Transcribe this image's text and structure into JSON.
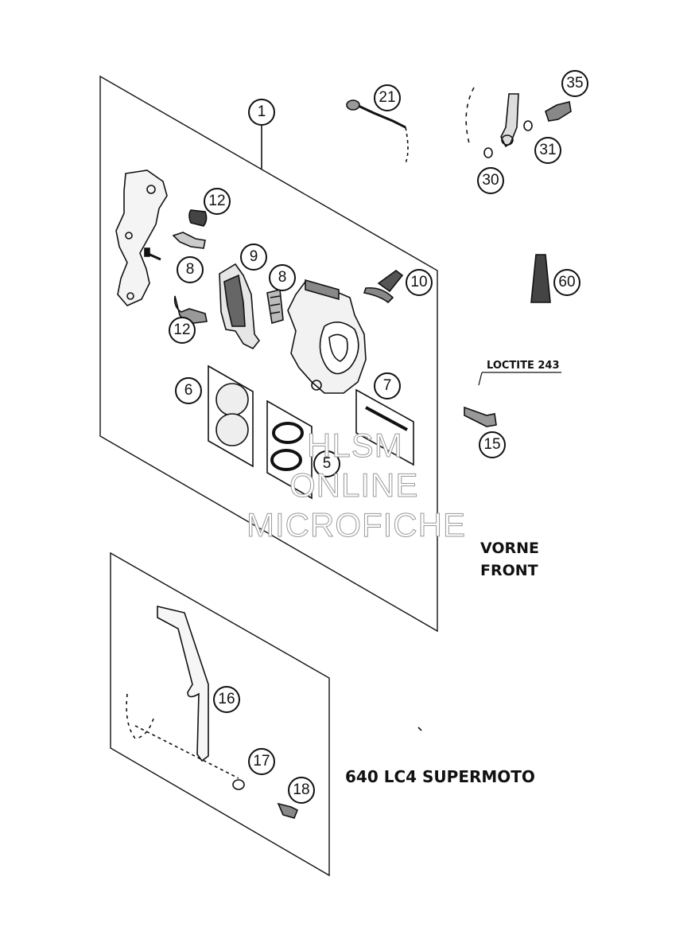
{
  "diagram": {
    "callouts": {
      "c1": "1",
      "c21": "21",
      "c35": "35",
      "c31": "31",
      "c30": "30",
      "c12a": "12",
      "c8a": "8",
      "c9": "9",
      "c8b": "8",
      "c10": "10",
      "c12b": "12",
      "c60": "60",
      "c6": "6",
      "c7": "7",
      "c5": "5",
      "c15": "15",
      "c16": "16",
      "c17": "17",
      "c18": "18"
    },
    "loctite_label": "LOCTITE 243",
    "region_line1": "VORNE",
    "region_line2": "FRONT",
    "model_label": "640 LC4 SUPERMOTO",
    "watermark": {
      "line1": "HLSM",
      "line2": "ONLINE",
      "line3": "MICROFICHE"
    }
  }
}
